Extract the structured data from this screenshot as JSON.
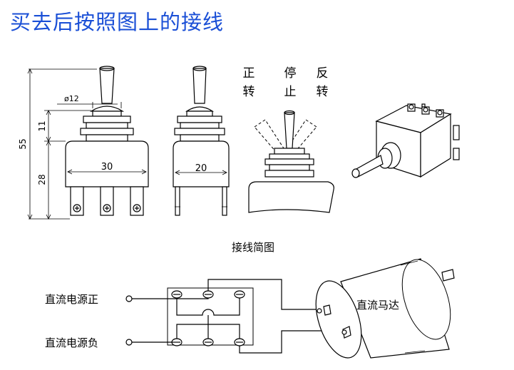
{
  "title": "买去后按照图上的接线",
  "dimensions": {
    "diameter": "ø12",
    "total_height": "55",
    "bushing_height": "11",
    "body_height": "28",
    "body_width": "30",
    "side_width": "20"
  },
  "positions": {
    "left": [
      "正",
      "转"
    ],
    "center": [
      "停",
      "止"
    ],
    "right": [
      "反",
      "转"
    ]
  },
  "wiring_caption": "接线简图",
  "labels": {
    "dc_positive": "直流电源正",
    "dc_negative": "直流电源负",
    "dc_motor": "直流马达"
  },
  "colors": {
    "title": "#1a4fd6",
    "line": "#000000",
    "background": "#ffffff"
  }
}
